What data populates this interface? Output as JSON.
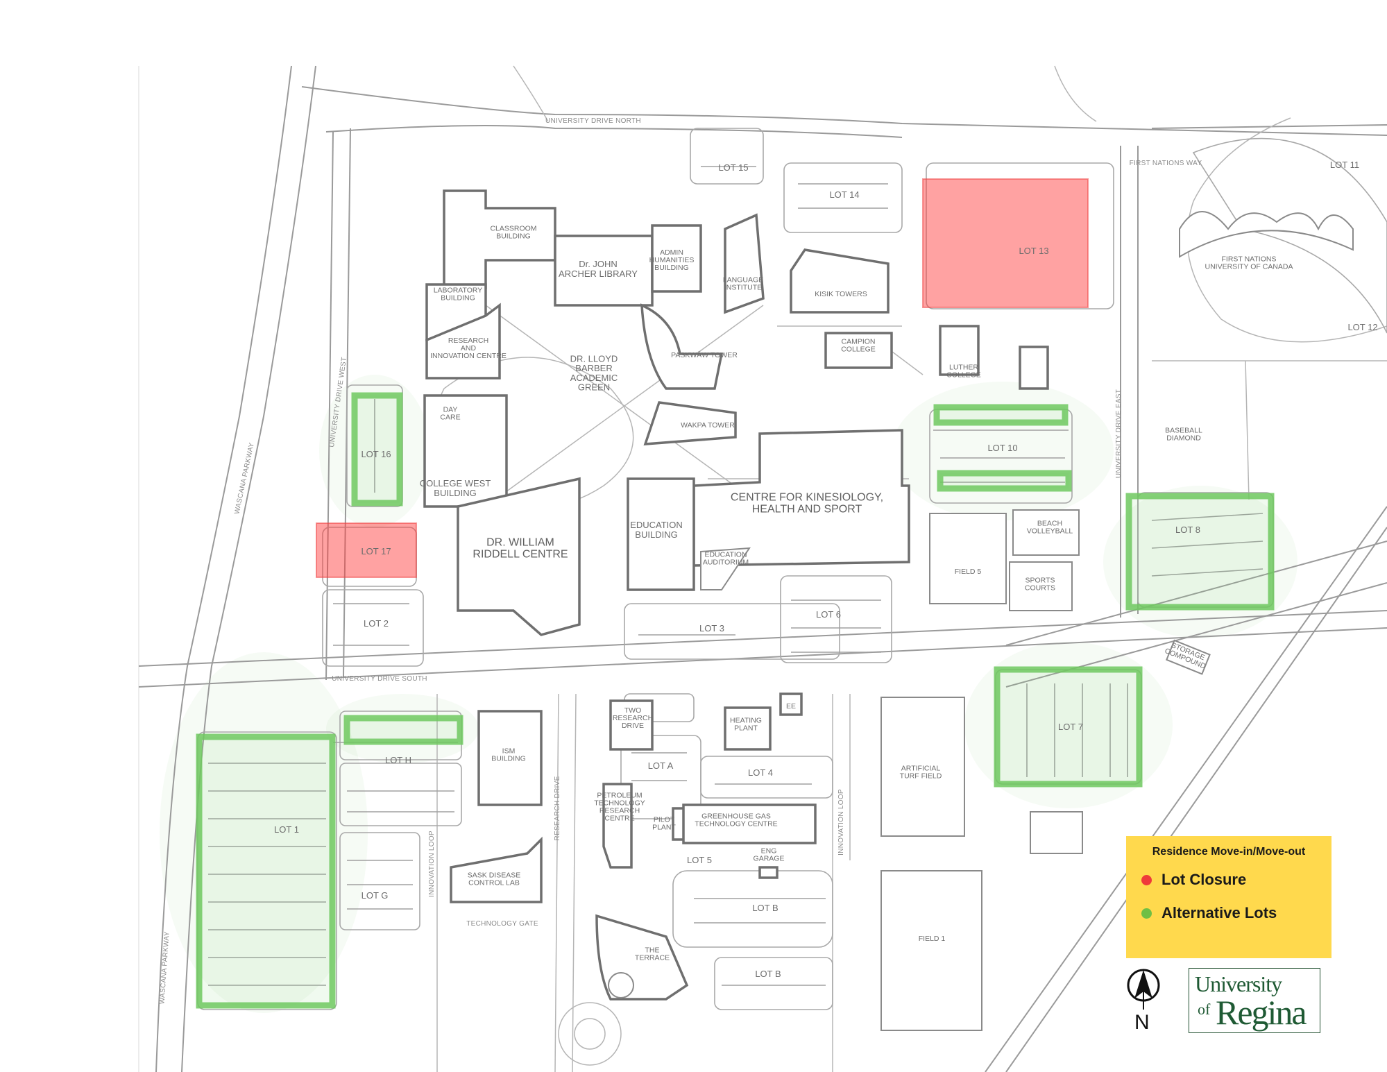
{
  "legend": {
    "title": "Residence Move-in/Move-out",
    "items": [
      {
        "label": "Lot Closure",
        "color": "#ef3a3a"
      },
      {
        "label": "Alternative Lots",
        "color": "#6fbf44"
      }
    ]
  },
  "north_label": "N",
  "logo": {
    "line1": "University",
    "line2_small": "of",
    "line2_large": "Regina"
  },
  "streets": {
    "north": "UNIVERSITY DRIVE NORTH",
    "south": "UNIVERSITY DRIVE SOUTH",
    "west": "UNIVERSITY DRIVE WEST",
    "east": "UNIVERSITY DRIVE EAST",
    "first_nations_way": "FIRST NATIONS WAY",
    "wascana_1": "WASCANA PARKWAY",
    "wascana_2": "WASCANA PARKWAY",
    "innovation_1": "INNOVATION LOOP",
    "innovation_2": "INNOVATION LOOP",
    "research_drive": "RESEARCH DRIVE",
    "technology_gate": "TECHNOLOGY GATE"
  },
  "lots": {
    "lot1": "LOT 1",
    "lot2": "LOT 2",
    "lot3": "LOT 3",
    "lot4": "LOT 4",
    "lot5": "LOT 5",
    "lot6": "LOT 6",
    "lot7": "LOT 7",
    "lot8": "LOT 8",
    "lot10": "LOT 10",
    "lot11": "LOT 11",
    "lot12": "LOT 12",
    "lot13": "LOT 13",
    "lot14": "LOT 14",
    "lot15": "LOT 15",
    "lot16": "LOT 16",
    "lot17": "LOT 17",
    "lota": "LOT A",
    "lotb1": "LOT B",
    "lotb2": "LOT B",
    "lotg": "LOT G",
    "loth": "LOT H"
  },
  "buildings": {
    "classroom": [
      "CLASSROOM",
      "BUILDING"
    ],
    "library": [
      "Dr. JOHN",
      "ARCHER LIBRARY"
    ],
    "admin": [
      "ADMIN",
      "HUMANITIES",
      "BUILDING"
    ],
    "language": [
      "LANGUAGE",
      "INSTITUTE"
    ],
    "kisik": [
      "KISIK TOWERS"
    ],
    "fnuc": [
      "FIRST NATIONS",
      "UNIVERSITY OF CANADA"
    ],
    "laboratory": [
      "LABORATORY",
      "BUILDING"
    ],
    "research": [
      "RESEARCH",
      "AND",
      "INNOVATION CENTRE"
    ],
    "green": [
      "DR. LLOYD",
      "BARBER",
      "ACADEMIC",
      "GREEN"
    ],
    "paskwaw": [
      "PASKWĀW TOWER"
    ],
    "campion": [
      "CAMPION",
      "COLLEGE"
    ],
    "luther": [
      "LUTHER",
      "COLLEGE"
    ],
    "daycare": [
      "DAY",
      "CARE"
    ],
    "wakpa": [
      "WAKPA TOWER"
    ],
    "baseball": [
      "BASEBALL",
      "DIAMOND"
    ],
    "college_west": [
      "COLLEGE WEST",
      "BUILDING"
    ],
    "kinesiology": [
      "CENTRE FOR KINESIOLOGY,",
      "HEALTH AND SPORT"
    ],
    "riddell": [
      "DR. WILLIAM",
      "RIDDELL CENTRE"
    ],
    "education": [
      "EDUCATION",
      "BUILDING"
    ],
    "ed_auditorium": [
      "EDUCATION",
      "AUDITORIUM"
    ],
    "beach": [
      "BEACH",
      "VOLLEYBALL"
    ],
    "field5": [
      "FIELD 5"
    ],
    "sports_courts": [
      "SPORTS",
      "COURTS"
    ],
    "storage": [
      "STORAGE",
      "COMPOUND"
    ],
    "ism": [
      "ISM",
      "BUILDING"
    ],
    "two_research": [
      "TWO",
      "RESEARCH",
      "DRIVE"
    ],
    "heating": [
      "HEATING",
      "PLANT"
    ],
    "ee": [
      "EE"
    ],
    "petroleum": [
      "PETROLEUM",
      "TECHNOLOGY",
      "RESEARCH",
      "CENTRE"
    ],
    "pilot": [
      "PILOT",
      "PLANT"
    ],
    "ghg": [
      "GREENHOUSE GAS",
      "TECHNOLOGY CENTRE"
    ],
    "artificial_turf": [
      "ARTIFICIAL",
      "TURF FIELD"
    ],
    "eng_garage": [
      "ENG",
      "GARAGE"
    ],
    "sask_disease": [
      "SASK DISEASE",
      "CONTROL LAB"
    ],
    "terrace": [
      "THE",
      "TERRACE"
    ],
    "field1": [
      "FIELD 1"
    ]
  }
}
